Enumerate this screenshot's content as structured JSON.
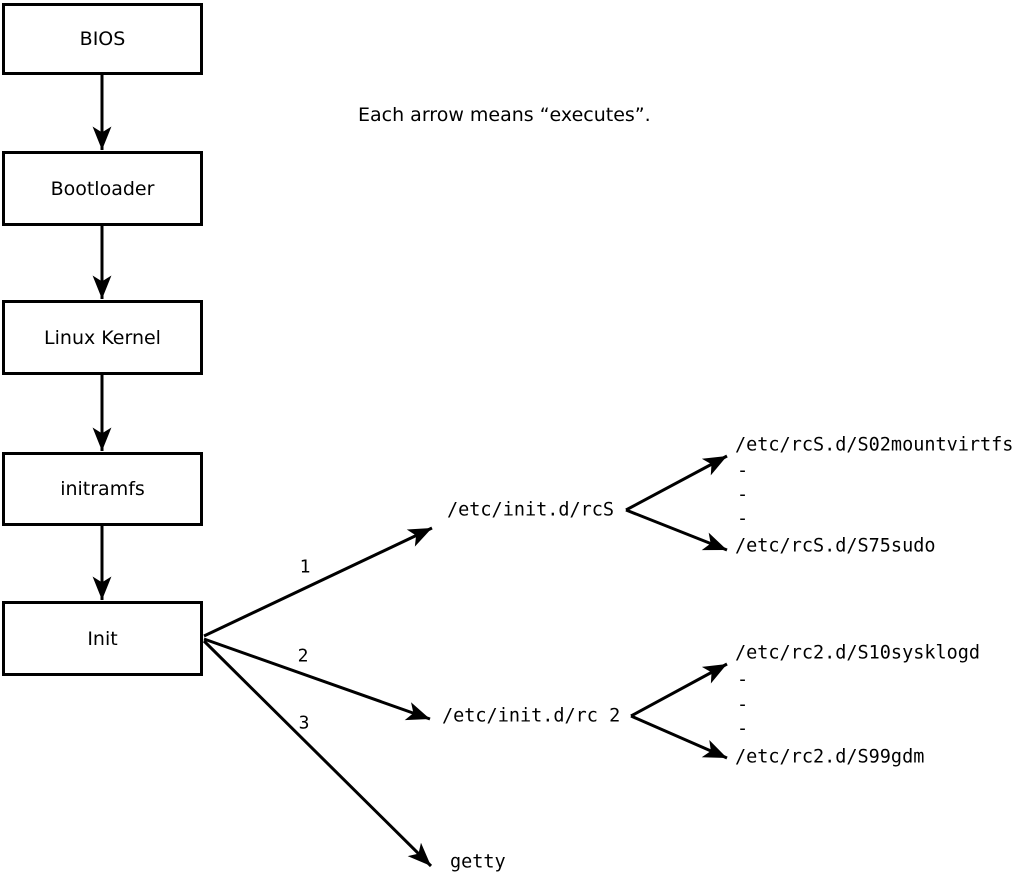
{
  "canvas": {
    "background_color": "#ffffff",
    "foreground_color": "#000000"
  },
  "caption": "Each arrow means “executes”.",
  "boxes": [
    {
      "label": "BIOS"
    },
    {
      "label": "Bootloader"
    },
    {
      "label": "Linux Kernel"
    },
    {
      "label": "initramfs"
    },
    {
      "label": "Init"
    }
  ],
  "init_branches": [
    {
      "number": "1",
      "target": "/etc/init.d/rcS"
    },
    {
      "number": "2",
      "target": "/etc/init.d/rc 2"
    },
    {
      "number": "3",
      "target": "getty"
    }
  ],
  "rcS_children": {
    "first": "/etc/rcS.d/S02mountvirtfs",
    "ellipsis": [
      "-",
      "-",
      "-"
    ],
    "last": "/etc/rcS.d/S75sudo"
  },
  "rc2_children": {
    "first": "/etc/rc2.d/S10sysklogd",
    "ellipsis": [
      "-",
      "-",
      "-"
    ],
    "last": "/etc/rc2.d/S99gdm"
  }
}
